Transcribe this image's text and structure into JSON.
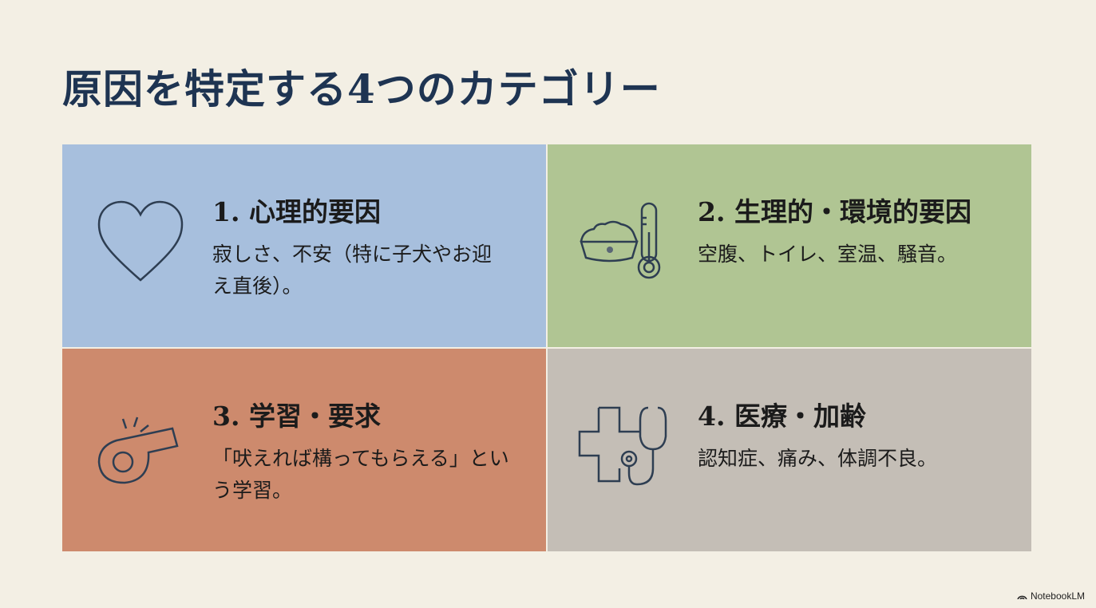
{
  "title": "原因を特定する4つのカテゴリー",
  "categories": [
    {
      "title": "1. 心理的要因",
      "desc": "寂しさ、不安（特に子犬やお迎え直後）。",
      "icon": "heart-icon",
      "color": "#a7bfdd"
    },
    {
      "title": "2. 生理的・環境的要因",
      "desc": "空腹、トイレ、室温、騒音。",
      "icon": "food-bowl-thermometer-icon",
      "color": "#b0c593"
    },
    {
      "title": "3. 学習・要求",
      "desc": "「吠えれば構ってもらえる」という学習。",
      "icon": "whistle-icon",
      "color": "#cd8a6d"
    },
    {
      "title": "4. 医療・加齢",
      "desc": "認知症、痛み、体調不良。",
      "icon": "medical-cross-stethoscope-icon",
      "color": "#c4beb6"
    }
  ],
  "brand": "NotebookLM"
}
